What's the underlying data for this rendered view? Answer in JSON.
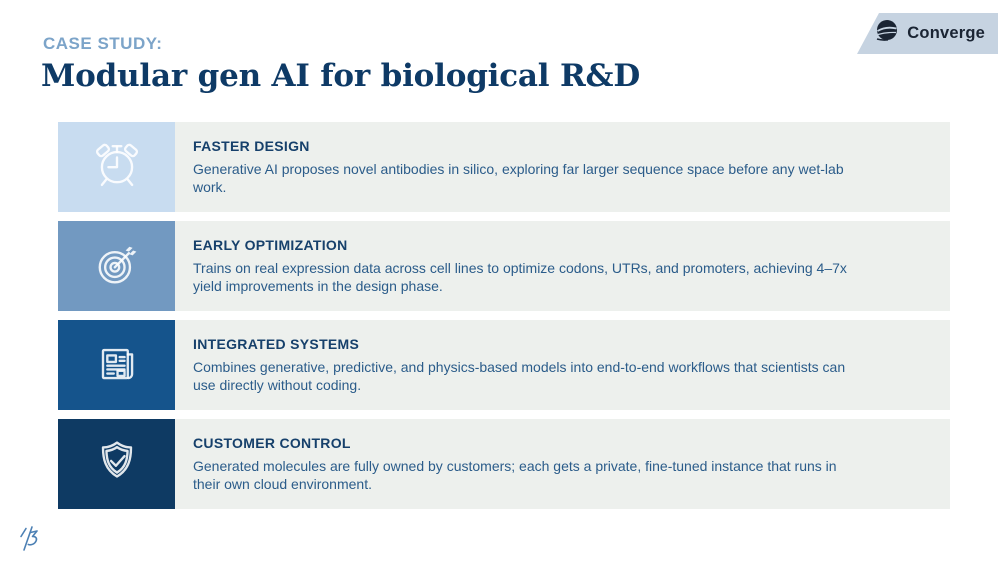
{
  "header": {
    "eyebrow": "CASE STUDY:",
    "title": "Modular gen AI for biological R&D"
  },
  "brand": {
    "name": "Converge",
    "logo_icon": "converge-globe-icon",
    "footer_mark_icon": "footer-logo-mark"
  },
  "rows": [
    {
      "icon": "alarm-clock-icon",
      "heading": "FASTER DESIGN",
      "body": "Generative AI proposes novel antibodies in silico, exploring far larger sequence space before any wet-lab work."
    },
    {
      "icon": "target-arrow-icon",
      "heading": "EARLY OPTIMIZATION",
      "body": "Trains on real expression data across cell lines to optimize codons, UTRs, and promoters, achieving 4–7x yield improvements in the design phase."
    },
    {
      "icon": "newspaper-icon",
      "heading": "INTEGRATED SYSTEMS",
      "body": "Combines generative, predictive, and physics-based models into end-to-end workflows that scientists can use directly without coding."
    },
    {
      "icon": "shield-check-icon",
      "heading": "CUSTOMER CONTROL",
      "body": "Generated molecules are fully owned by customers; each gets a private, fine-tuned instance that runs in their own cloud environment."
    }
  ],
  "colors": {
    "eyebrow": "#7ca4c9",
    "title": "#0e3a66",
    "row_heading": "#16406b",
    "row_body": "#2b5c8a",
    "panel_bg": "#edf0ed",
    "icon_box_bgs": [
      "#c8dcf0",
      "#7299c1",
      "#15548c",
      "#0e3a63"
    ],
    "banner_bg": "#c6d3e1",
    "brand_text": "#1a2433",
    "footer_mark": "#4c80b4"
  }
}
